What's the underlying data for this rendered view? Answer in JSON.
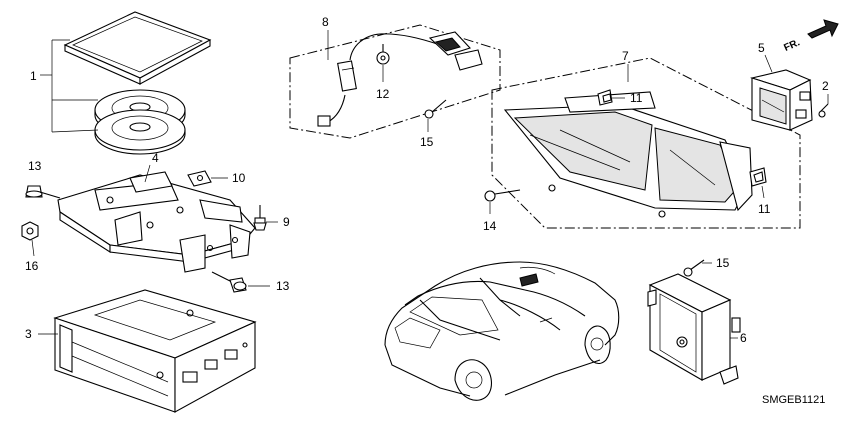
{
  "callouts": {
    "c1": "1",
    "c2": "2",
    "c3": "3",
    "c4": "4",
    "c5": "5",
    "c6": "6",
    "c7": "7",
    "c8": "8",
    "c9": "9",
    "c10": "10",
    "c11a": "11",
    "c11b": "11",
    "c12": "12",
    "c13a": "13",
    "c13b": "13",
    "c14": "14",
    "c15a": "15",
    "c15b": "15",
    "c16": "16"
  },
  "direction_label": "FR.",
  "diagram_code": "SMGEB1121"
}
